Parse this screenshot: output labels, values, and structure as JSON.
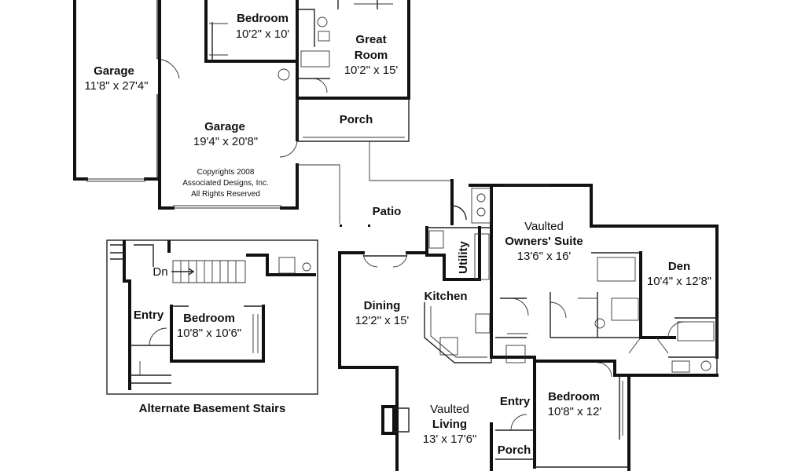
{
  "rooms": {
    "garage_left": {
      "name": "Garage",
      "dims": "11'8\" x 27'4\""
    },
    "garage_main": {
      "name": "Garage",
      "dims": "19'4\" x 20'8\""
    },
    "bedroom_top": {
      "name": "Bedroom",
      "dims": "10'2\" x 10'"
    },
    "great_room": {
      "name_line1": "Great",
      "name_line2": "Room",
      "dims": "10'2\" x 15'"
    },
    "porch_top": {
      "name": "Porch"
    },
    "patio": {
      "name": "Patio"
    },
    "owners_suite": {
      "line1": "Vaulted",
      "line2": "Owners' Suite",
      "dims": "13'6\" x 16'"
    },
    "den": {
      "name": "Den",
      "dims": "10'4\" x 12'8\""
    },
    "utility": {
      "name": "Utility"
    },
    "kitchen": {
      "name": "Kitchen"
    },
    "dining": {
      "name": "Dining",
      "dims": "12'2\" x 15'"
    },
    "living": {
      "line1": "Vaulted",
      "line2": "Living",
      "dims": "13' x 17'6\""
    },
    "entry_main": {
      "name": "Entry"
    },
    "porch_bottom": {
      "name": "Porch"
    },
    "bedroom_right": {
      "name": "Bedroom",
      "dims": "10'8\" x 12'"
    }
  },
  "copyright": {
    "line1": "Copyrights 2008",
    "line2": "Associated Designs, Inc.",
    "line3": "All Rights Reserved"
  },
  "inset": {
    "caption": "Alternate Basement Stairs",
    "dn_label": "Dn",
    "entry": "Entry",
    "bedroom_name": "Bedroom",
    "bedroom_dims": "10'8\" x 10'6\""
  }
}
